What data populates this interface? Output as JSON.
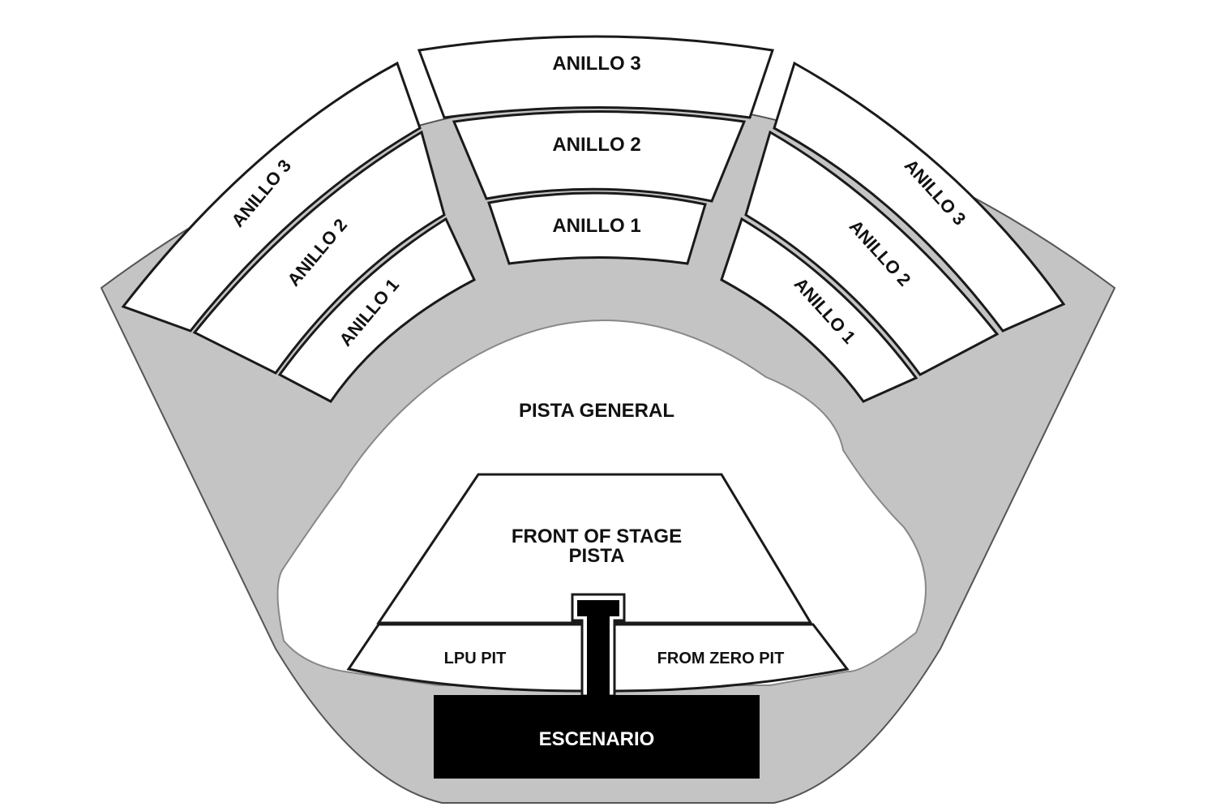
{
  "colors": {
    "concourse": "#c4c4c4",
    "seat_zone": "#ffffff",
    "outline": "#1a1a1a",
    "stage": "#000000",
    "stage_text": "#ffffff"
  },
  "sections": {
    "left": {
      "ring3": "ANILLO 3",
      "ring2": "ANILLO 2",
      "ring1": "ANILLO 1"
    },
    "center": {
      "ring3": "ANILLO 3",
      "ring2": "ANILLO 2",
      "ring1": "ANILLO 1"
    },
    "right": {
      "ring3": "ANILLO 3",
      "ring2": "ANILLO 2",
      "ring1": "ANILLO 1"
    }
  },
  "floor": {
    "general": "PISTA GENERAL",
    "front_of_stage_line1": "FRONT OF STAGE",
    "front_of_stage_line2": "PISTA",
    "pit_left": "LPU PIT",
    "pit_right": "FROM ZERO PIT"
  },
  "stage": {
    "label": "ESCENARIO"
  }
}
